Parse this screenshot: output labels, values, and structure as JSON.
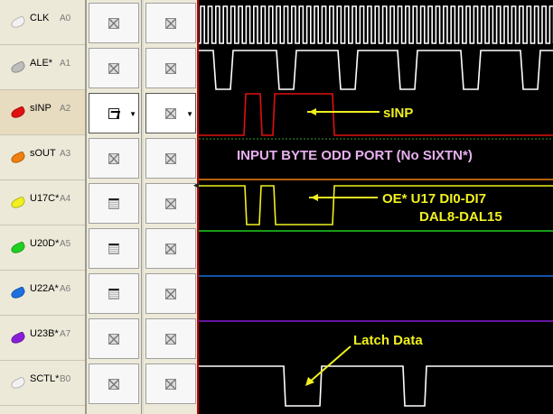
{
  "signals": [
    {
      "name": "CLK",
      "channel": "A0",
      "pen_color": "#f2f2f2",
      "wave_color": "#ffffff",
      "trigger_left": "x",
      "trigger_right": "x",
      "selected": false
    },
    {
      "name": "ALE*",
      "channel": "A1",
      "pen_color": "#bdbdbd",
      "wave_color": "#ffffff",
      "trigger_left": "x",
      "trigger_right": "x",
      "selected": false
    },
    {
      "name": "sINP",
      "channel": "A2",
      "pen_color": "#e01010",
      "wave_color": "#e01010",
      "trigger_left": "rise",
      "trigger_right": "x",
      "selected": true
    },
    {
      "name": "sOUT",
      "channel": "A3",
      "pen_color": "#f08010",
      "wave_color": "#f08010",
      "trigger_left": "x",
      "trigger_right": "x",
      "selected": false
    },
    {
      "name": "U17C*",
      "channel": "A4",
      "pen_color": "#f0f020",
      "wave_color": "#f0f020",
      "trigger_left": "low",
      "trigger_right": "x",
      "selected": false
    },
    {
      "name": "U20D*",
      "channel": "A5",
      "pen_color": "#20d020",
      "wave_color": "#20d020",
      "trigger_left": "low",
      "trigger_right": "x",
      "selected": false
    },
    {
      "name": "U22A*",
      "channel": "A6",
      "pen_color": "#1e6fe0",
      "wave_color": "#1e6fe0",
      "trigger_left": "low",
      "trigger_right": "x",
      "selected": false
    },
    {
      "name": "U23B*",
      "channel": "A7",
      "pen_color": "#8a1ed8",
      "wave_color": "#8a1ed8",
      "trigger_left": "x",
      "trigger_right": "x",
      "selected": false
    },
    {
      "name": "SCTL*",
      "channel": "B0",
      "pen_color": "#f2f2f2",
      "wave_color": "#ffffff",
      "trigger_left": "x",
      "trigger_right": "x",
      "selected": false
    }
  ],
  "annotations": {
    "sinp": "sINP",
    "title": "INPUT BYTE ODD PORT (No SIXTN*)",
    "oe_line1": "OE* U17 DI0-DI7",
    "oe_line2": "DAL8-DAL15",
    "latch": "Latch Data"
  },
  "colors": {
    "annotation": "#f0f020",
    "title": "#e8b0f0",
    "background": "#000000",
    "cursor_line": "#c00000"
  }
}
